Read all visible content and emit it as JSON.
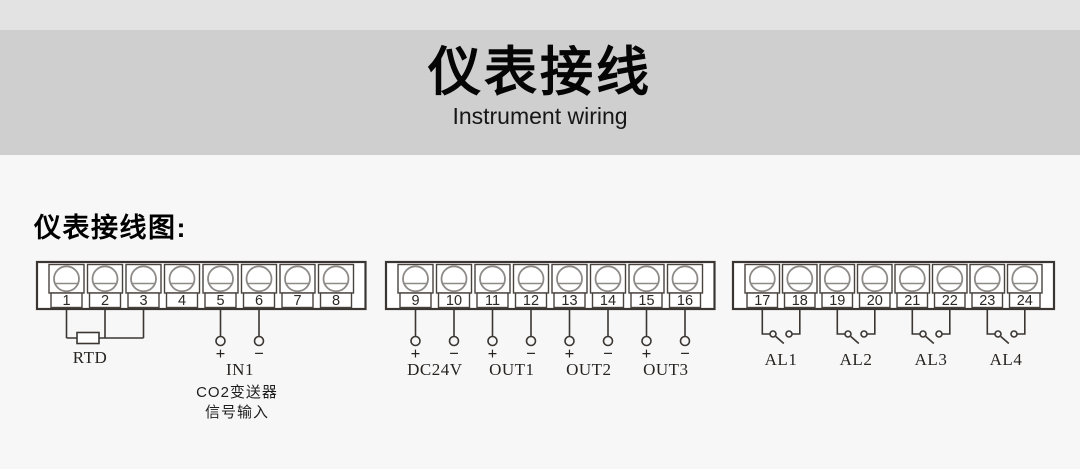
{
  "header": {
    "title": "仪表接线",
    "subtitle": "Instrument wiring"
  },
  "section_label": "仪表接线图:",
  "diagram": {
    "blocks": [
      {
        "terminals": [
          "1",
          "2",
          "3",
          "4",
          "5",
          "6",
          "7",
          "8"
        ]
      },
      {
        "terminals": [
          "9",
          "10",
          "11",
          "12",
          "13",
          "14",
          "15",
          "16"
        ]
      },
      {
        "terminals": [
          "17",
          "18",
          "19",
          "20",
          "21",
          "22",
          "23",
          "24"
        ]
      }
    ],
    "rtd": {
      "label": "RTD"
    },
    "in1": {
      "plus": "+",
      "minus": "−",
      "name": "IN1",
      "desc_line1": "CO2变送器",
      "desc_line2": "信号输入"
    },
    "power_outputs": {
      "signs": [
        "+",
        "−",
        "+",
        "−",
        "+",
        "−",
        "+",
        "−"
      ],
      "labels": [
        "DC24V",
        "OUT1",
        "OUT2",
        "OUT3"
      ]
    },
    "alarms": {
      "labels": [
        "AL1",
        "AL2",
        "AL3",
        "AL4"
      ]
    },
    "colors": {
      "band": "#d0cfcf",
      "band_top": "#e4e3e3",
      "page_bg": "#f7f7f7",
      "line": "#3b3632",
      "screw": "#8d8a87"
    }
  }
}
